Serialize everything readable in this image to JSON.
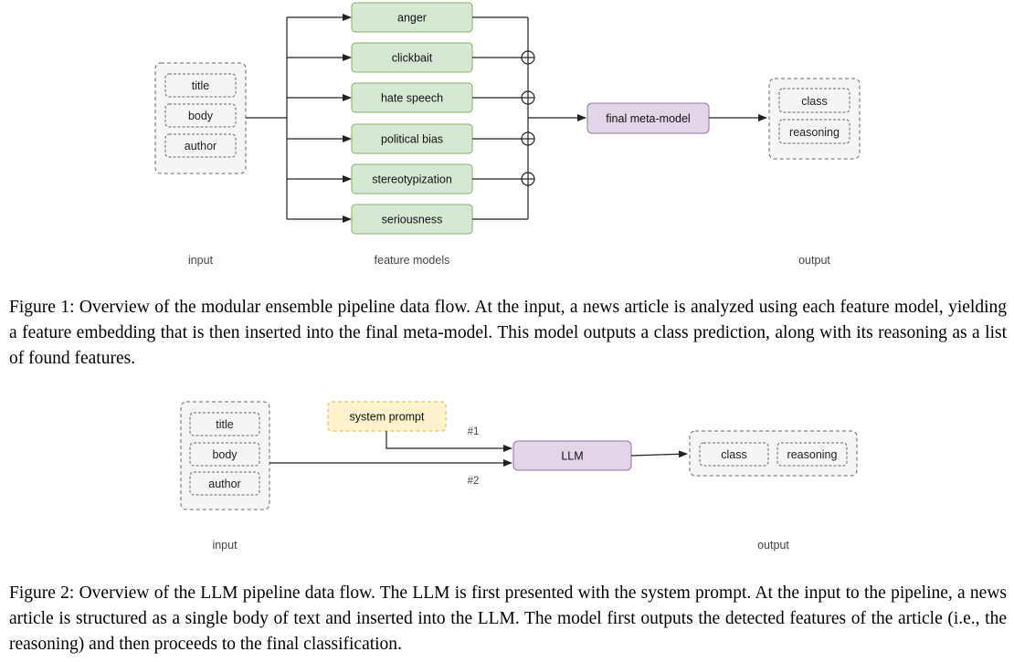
{
  "figure1": {
    "input_fields": [
      "title",
      "body",
      "author"
    ],
    "feature_models": [
      "anger",
      "clickbait",
      "hate speech",
      "political bias",
      "stereotypization",
      "seriousness"
    ],
    "meta_model": "final meta-model",
    "output_fields": [
      "class",
      "reasoning"
    ],
    "labels": {
      "input": "input",
      "features": "feature models",
      "output": "output"
    },
    "caption": "Figure 1: Overview of the modular ensemble pipeline data flow. At the input, a news article is analyzed using each feature model, yielding a feature embedding that is then inserted into the final meta-model. This model outputs a class prediction, along with its reasoning as a list of found features."
  },
  "figure2": {
    "input_fields": [
      "title",
      "body",
      "author"
    ],
    "system_prompt": "system prompt",
    "llm": "LLM",
    "edge_labels": [
      "#1",
      "#2"
    ],
    "output_fields": [
      "class",
      "reasoning"
    ],
    "labels": {
      "input": "input",
      "output": "output"
    },
    "caption": "Figure 2: Overview of the LLM pipeline data flow. The LLM is first presented with the system prompt. At the input to the pipeline, a news article is structured as a single body of text and inserted into the LLM. The model first outputs the detected features of the article (i.e., the reasoning) and then proceeds to the final classification."
  },
  "colors": {
    "feature_fill": "#d5e8d4",
    "feature_stroke": "#82b366",
    "meta_fill": "#e1d5e7",
    "meta_stroke": "#9673a6",
    "prompt_fill": "#fff2cc",
    "prompt_stroke": "#d6b656",
    "group_fill": "#f5f5f5",
    "group_stroke": "#666666",
    "line": "#222222"
  }
}
